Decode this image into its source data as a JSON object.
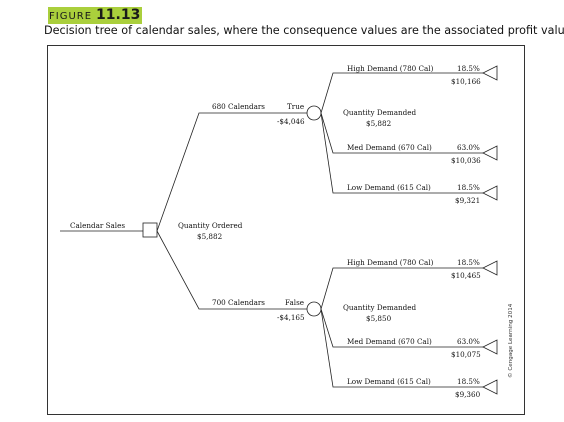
{
  "figure": {
    "tag_word": "FIGURE",
    "tag_number": "11.13",
    "caption": "Decision tree of calendar sales, where the consequence values are the associated profit values."
  },
  "credit": "© Cengage Learning 2014",
  "tree": {
    "root_label": "Calendar Sales",
    "decision": {
      "label": "Quantity Ordered",
      "value": "$5,882"
    },
    "branches": [
      {
        "label": "680 Calendars",
        "state": "True",
        "cost": "-$4,046",
        "chance": {
          "label": "Quantity Demanded",
          "value": "$5,882"
        },
        "outcomes": [
          {
            "label": "High Demand (780 Cal)",
            "prob": "18.5%",
            "value": "$10,166"
          },
          {
            "label": "Med Demand (670 Cal)",
            "prob": "63.0%",
            "value": "$10,036"
          },
          {
            "label": "Low Demand (615 Cal)",
            "prob": "18.5%",
            "value": "$9,321"
          }
        ]
      },
      {
        "label": "700 Calendars",
        "state": "False",
        "cost": "-$4,165",
        "chance": {
          "label": "Quantity Demanded",
          "value": "$5,850"
        },
        "outcomes": [
          {
            "label": "High Demand (780 Cal)",
            "prob": "18.5%",
            "value": "$10,465"
          },
          {
            "label": "Med Demand (670 Cal)",
            "prob": "63.0%",
            "value": "$10,075"
          },
          {
            "label": "Low Demand (615 Cal)",
            "prob": "18.5%",
            "value": "$9,360"
          }
        ]
      }
    ]
  }
}
